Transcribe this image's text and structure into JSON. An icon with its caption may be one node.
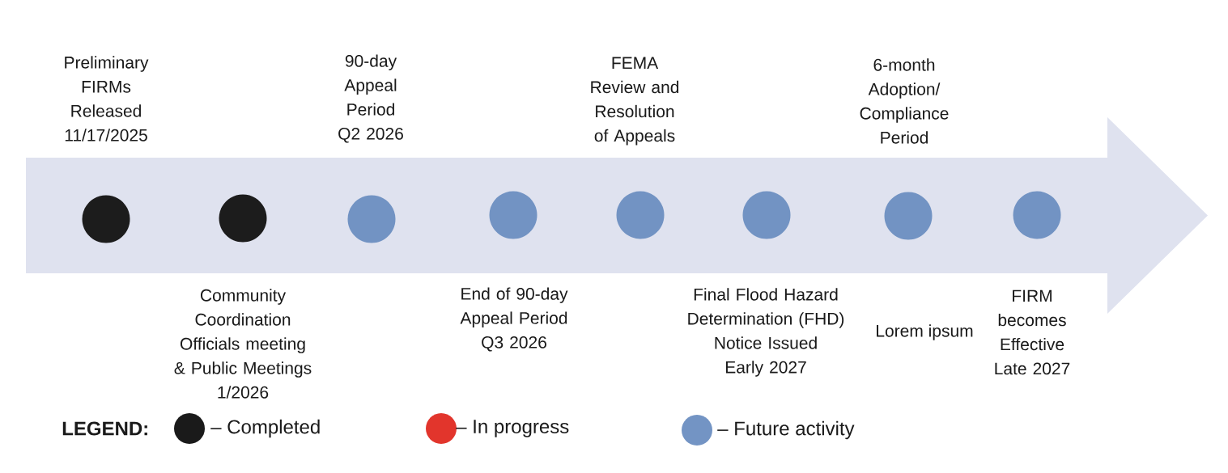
{
  "diagram": {
    "nodes": [
      {
        "text": [],
        "shape": "arrow"
      },
      {
        "text": [],
        "shape": "circle",
        "in": 0,
        "beside": [
          "Preliminary FIRMs Released 11/17/2025"
        ]
      },
      {
        "text": [],
        "shape": "circle",
        "in": 0,
        "beside": [
          "Community Coordination Officials meeting & Public Meetings 1/2026"
        ]
      },
      {
        "text": [],
        "shape": "circle",
        "in": 0,
        "beside": [
          "90-day Appeal Period Q2 2026"
        ]
      },
      {
        "text": [],
        "shape": "circle",
        "in": 0,
        "beside": [
          "End of 90-day Appeal Period Q3 2026"
        ]
      },
      {
        "text": [],
        "shape": "circle",
        "in": 0,
        "beside": [
          "FEMA Review and Resolution of Appeals"
        ]
      },
      {
        "text": [],
        "shape": "circle",
        "in": 0,
        "beside": [
          "Final Flood Hazard Determination (FHD) Notice Issued Early 2027"
        ]
      },
      {
        "text": [],
        "shape": "circle",
        "in": 0,
        "beside": [
          "6-month Adoption/ Compliance Period"
        ]
      },
      {
        "text": [],
        "shape": "circle",
        "in": 0,
        "beside": [
          "FIRM becomes Effective Late 2027"
        ]
      }
    ],
    "labels": [
      "Lorem ipsum",
      "LEGEND:"
    ],
    "legend": [
      {
        "text": "– Completed",
        "color": "#1a1a1a"
      },
      {
        "text": "– In progress",
        "color": "#e2352c"
      },
      {
        "text": "– Future activity",
        "color": "#7394c4"
      }
    ]
  }
}
